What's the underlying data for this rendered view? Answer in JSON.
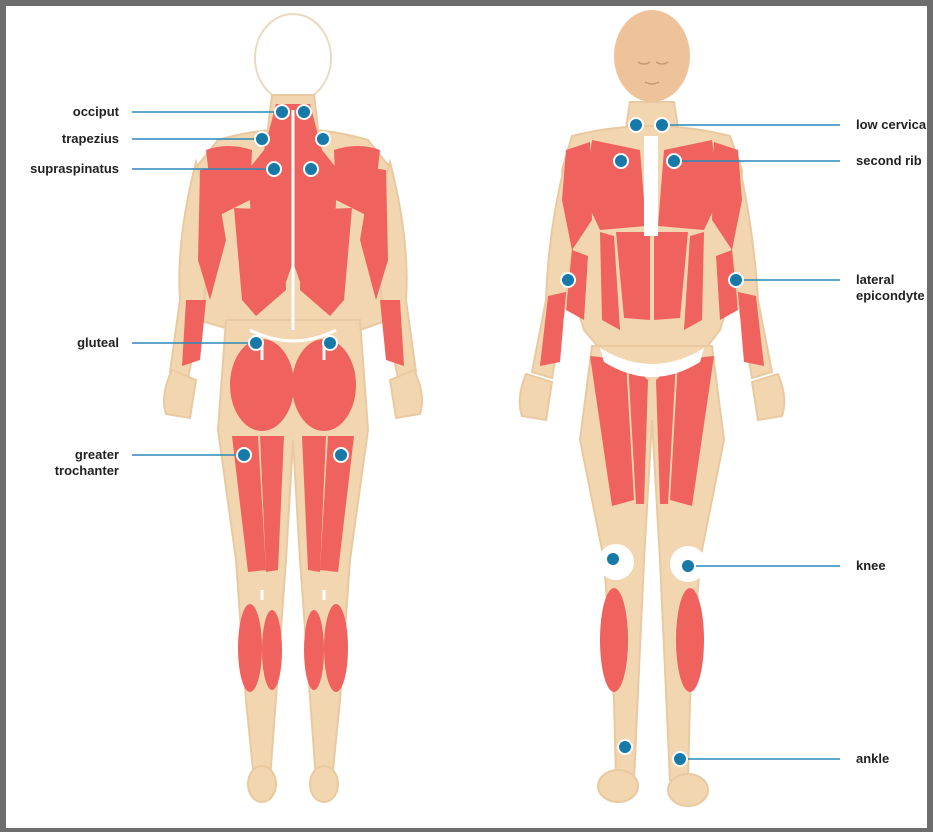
{
  "colors": {
    "muscle": "#f0625e",
    "skin": "#f2d6b0",
    "bone": "#ffffff",
    "outline": "#e9c9a0",
    "head_fill": "#efc39a",
    "dot": "#1779a7",
    "dot_ring": "#ffffff",
    "line": "#2a88bb",
    "frame": "#6d6d6d",
    "text": "#222222"
  },
  "figures": [
    "back-view",
    "front-view"
  ],
  "labels": {
    "occiput": "occiput",
    "trapezius": "trapezius",
    "supraspinatus": "supraspinatus",
    "gluteal": "gluteal",
    "greater_trochanter_1": "greater",
    "greater_trochanter_2": "trochanter",
    "low_cervical": "low cervical",
    "second_rib": "second rib",
    "lateral_epicondyle_1": "lateral",
    "lateral_epicondyle_2": "epicondyte",
    "knee": "knee",
    "ankle": "ankle"
  }
}
